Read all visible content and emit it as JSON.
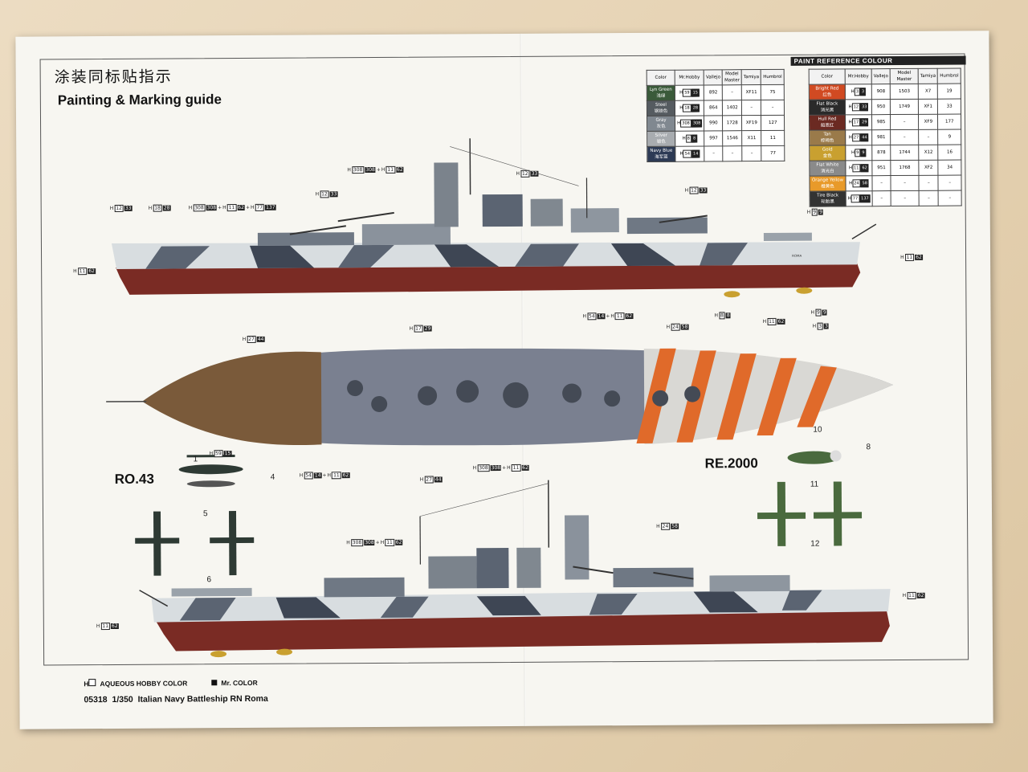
{
  "guide": {
    "title_cn": "涂装同标贴指示",
    "title_en": "Painting & Marking guide"
  },
  "left_table": {
    "headers": [
      "Color",
      "Mr.Hobby",
      "Vallejo",
      "Model Master",
      "Tamiya",
      "Humbrol"
    ],
    "rows": [
      {
        "color_en": "Lyn Green",
        "color_cn": "浅绿",
        "swatch": "#3a5a3a",
        "h": "59",
        "m": "15",
        "vallejo": "892",
        "model_master": "–",
        "tamiya": "XF11",
        "humbrol": "75"
      },
      {
        "color_en": "Steel",
        "color_cn": "钢铁色",
        "swatch": "#555b60",
        "h": "18",
        "m": "28",
        "vallejo": "864",
        "model_master": "1402",
        "tamiya": "–",
        "humbrol": "–"
      },
      {
        "color_en": "Gray",
        "color_cn": "灰色",
        "swatch": "#808890",
        "h": "308",
        "m": "308",
        "vallejo": "990",
        "model_master": "1728",
        "tamiya": "XF19",
        "humbrol": "127"
      },
      {
        "color_en": "Silver",
        "color_cn": "银色",
        "swatch": "#a8acb0",
        "h": "8",
        "m": "8",
        "vallejo": "997",
        "model_master": "1546",
        "tamiya": "X11",
        "humbrol": "11"
      },
      {
        "color_en": "Navy Blue",
        "color_cn": "海军蓝",
        "swatch": "#2c3a55",
        "h": "54",
        "m": "14",
        "vallejo": "–",
        "model_master": "–",
        "tamiya": "–",
        "humbrol": "77"
      }
    ]
  },
  "right_table": {
    "title": "PAINT  REFERENCE COLOUR",
    "headers": [
      "Color",
      "Mr.Hobby",
      "Vallejo",
      "Model Master",
      "Tamiya",
      "Humbrol"
    ],
    "rows": [
      {
        "color_en": "Bright Red",
        "color_cn": "红色",
        "swatch": "#d14a22",
        "h": "3",
        "m": "3",
        "vallejo": "908",
        "model_master": "1503",
        "tamiya": "X7",
        "humbrol": "19"
      },
      {
        "color_en": "Flat Black",
        "color_cn": "消光黑",
        "swatch": "#2a2a2a",
        "h": "12",
        "m": "33",
        "vallejo": "950",
        "model_master": "1749",
        "tamiya": "XF1",
        "humbrol": "33"
      },
      {
        "color_en": "Hull Red",
        "color_cn": "船底红",
        "swatch": "#6b2a22",
        "h": "17",
        "m": "29",
        "vallejo": "985",
        "model_master": "–",
        "tamiya": "XF9",
        "humbrol": "177"
      },
      {
        "color_en": "Tan",
        "color_cn": "棕褐色",
        "swatch": "#9a7a4a",
        "h": "27",
        "m": "44",
        "vallejo": "981",
        "model_master": "–",
        "tamiya": "–",
        "humbrol": "9"
      },
      {
        "color_en": "Gold",
        "color_cn": "金色",
        "swatch": "#c9a030",
        "h": "9",
        "m": "9",
        "vallejo": "878",
        "model_master": "1744",
        "tamiya": "X12",
        "humbrol": "16"
      },
      {
        "color_en": "Flat White",
        "color_cn": "消光白",
        "swatch": "#8a8a8a",
        "h": "11",
        "m": "62",
        "vallejo": "951",
        "model_master": "1768",
        "tamiya": "XF2",
        "humbrol": "34"
      },
      {
        "color_en": "Orange Yellow",
        "color_cn": "橙黄色",
        "swatch": "#e89a2a",
        "h": "24",
        "m": "58",
        "vallejo": "–",
        "model_master": "–",
        "tamiya": "–",
        "humbrol": "–"
      },
      {
        "color_en": "Tire Black",
        "color_cn": "轮胎黑",
        "swatch": "#333333",
        "h": "77",
        "m": "137",
        "vallejo": "–",
        "model_master": "–",
        "tamiya": "–",
        "humbrol": "–"
      }
    ]
  },
  "labels": {
    "mast_top": {
      "a": "308",
      "b": "308",
      "c": "11",
      "d": "62"
    },
    "funnel_top": {
      "a": "12",
      "b": "33"
    },
    "stack_left": {
      "a": "12",
      "b": "33"
    },
    "bow_a": {
      "a": "12",
      "b": "33"
    },
    "bow_b": {
      "a": "18",
      "b": "28"
    },
    "bow_c": {
      "a": "308",
      "b": "308",
      "c": "11",
      "d": "62",
      "e": "77",
      "f": "137"
    },
    "turret_right": {
      "a": "12",
      "b": "33"
    },
    "crane_right": {
      "a": "9",
      "b": "9"
    },
    "hull_left": {
      "a": "11",
      "b": "62"
    },
    "hull_right": {
      "a": "11",
      "b": "62"
    },
    "prop_a": {
      "a": "8",
      "b": "8"
    },
    "prop_b": {
      "a": "9",
      "b": "9"
    },
    "deck_mid_a": {
      "a": "54",
      "b": "14",
      "c": "11",
      "d": "62"
    },
    "deck_hull_red": {
      "a": "17",
      "b": "29"
    },
    "deck_tan": {
      "a": "27",
      "b": "44"
    },
    "deck_orange": {
      "a": "24",
      "b": "58"
    },
    "deck_white": {
      "a": "11",
      "b": "62"
    },
    "deck_red": {
      "a": "3",
      "b": "3"
    },
    "deck_bottom_a": {
      "a": "54",
      "b": "14",
      "c": "11",
      "d": "62"
    },
    "deck_bottom_b": {
      "a": "308",
      "b": "308",
      "c": "11",
      "d": "62"
    },
    "deck_bottom_c": {
      "a": "27",
      "b": "44"
    },
    "ro43_label": {
      "a": "59",
      "b": "15"
    },
    "bottom_mast": {
      "a": "308",
      "b": "308",
      "c": "11",
      "d": "62"
    },
    "bottom_turret": {
      "a": "24",
      "b": "58"
    },
    "bottom_hull_left": {
      "a": "11",
      "b": "62"
    },
    "bottom_hull_right": {
      "a": "11",
      "b": "62"
    }
  },
  "h_prefix": "H",
  "plus": "+",
  "aircraft": {
    "ro43_name": "RO.43",
    "re2000_name": "RE.2000",
    "callouts": {
      "c1": "1",
      "c4": "4",
      "c5": "5",
      "c6": "6",
      "c8": "8",
      "c10": "10",
      "c11": "11",
      "c12": "12"
    }
  },
  "hull_name": "ROMA",
  "legend": {
    "aqueous_prefix": "H",
    "aqueous_text": "AQUEOUS HOBBY COLOR",
    "mr_text": "Mr. COLOR"
  },
  "footer": {
    "code": "05318",
    "scale": "1/350",
    "model": "Italian Navy Battleship RN Roma"
  }
}
